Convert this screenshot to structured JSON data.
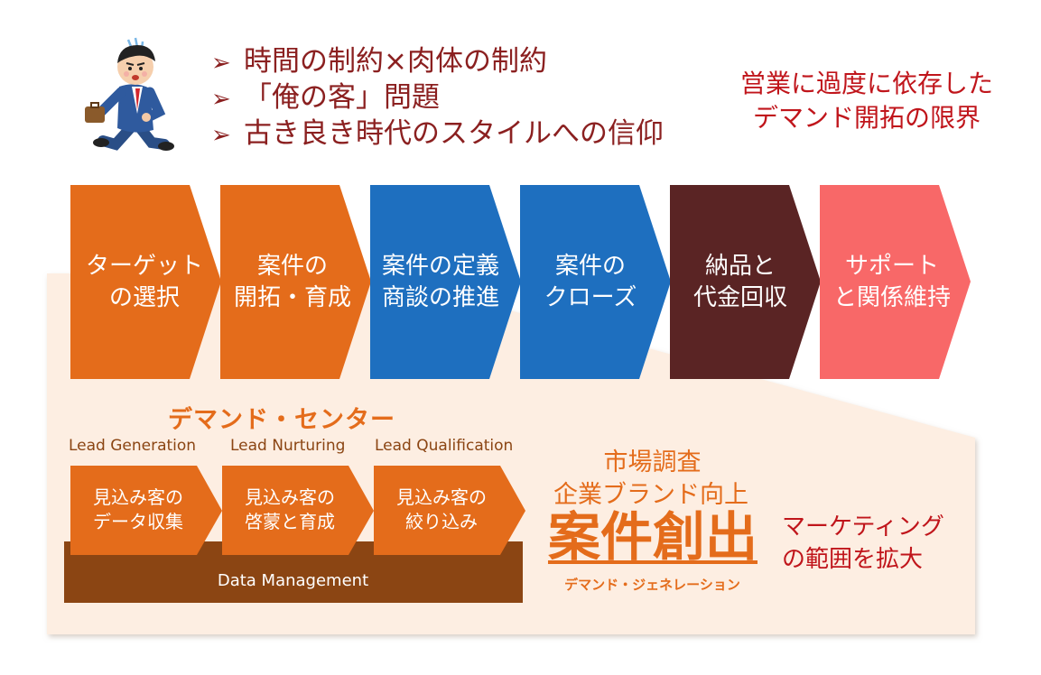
{
  "bullets": [
    {
      "arrow": "➢",
      "text": "時間の制約×肉体の制約"
    },
    {
      "arrow": "➢",
      "text": "「俺の客」問題"
    },
    {
      "arrow": "➢",
      "text": "古き良き時代のスタイルへの信仰"
    }
  ],
  "right_note": {
    "line1": "営業に過度に依存した",
    "line2": "デマンド開拓の限界"
  },
  "process": [
    {
      "line1": "ターゲット",
      "line2": "の選択",
      "color": "#e46c1b"
    },
    {
      "line1": "案件の",
      "line2": "開拓・育成",
      "color": "#e46c1b"
    },
    {
      "line1": "案件の定義",
      "line2": "商談の推進",
      "color": "#1e6fbf"
    },
    {
      "line1": "案件の",
      "line2": "クローズ",
      "color": "#1e6fbf"
    },
    {
      "line1": "納品と",
      "line2": "代金回収",
      "color": "#5a2424"
    },
    {
      "line1": "サポート",
      "line2": "と関係維持",
      "color": "#f86868"
    }
  ],
  "demand_center": {
    "title": "デマンド・センター",
    "stages": [
      {
        "label": "Lead Generation",
        "line1": "見込み客の",
        "line2": "データ収集"
      },
      {
        "label": "Lead Nurturing",
        "line1": "見込み客の",
        "line2": "啓蒙と育成"
      },
      {
        "label": "Lead Qualification",
        "line1": "見込み客の",
        "line2": "絞り込み"
      }
    ],
    "data_management": "Data Management"
  },
  "marketing": {
    "line1": "市場調査",
    "line2": "企業ブランド向上",
    "headline": "案件創出",
    "subline": "デマンド・ジェネレーション"
  },
  "expand_note": {
    "line1": "マーケティング",
    "line2": "の範囲を拡大"
  },
  "colors": {
    "orange": "#e46c1b",
    "blue": "#1e6fbf",
    "maroon": "#5a2424",
    "salmon": "#f86868",
    "brown": "#8b4513",
    "red_text": "#c0151b",
    "panel_bg": "#fdeee2"
  },
  "icons": [
    "running-businessman-icon",
    "bullet-arrow-icon"
  ]
}
